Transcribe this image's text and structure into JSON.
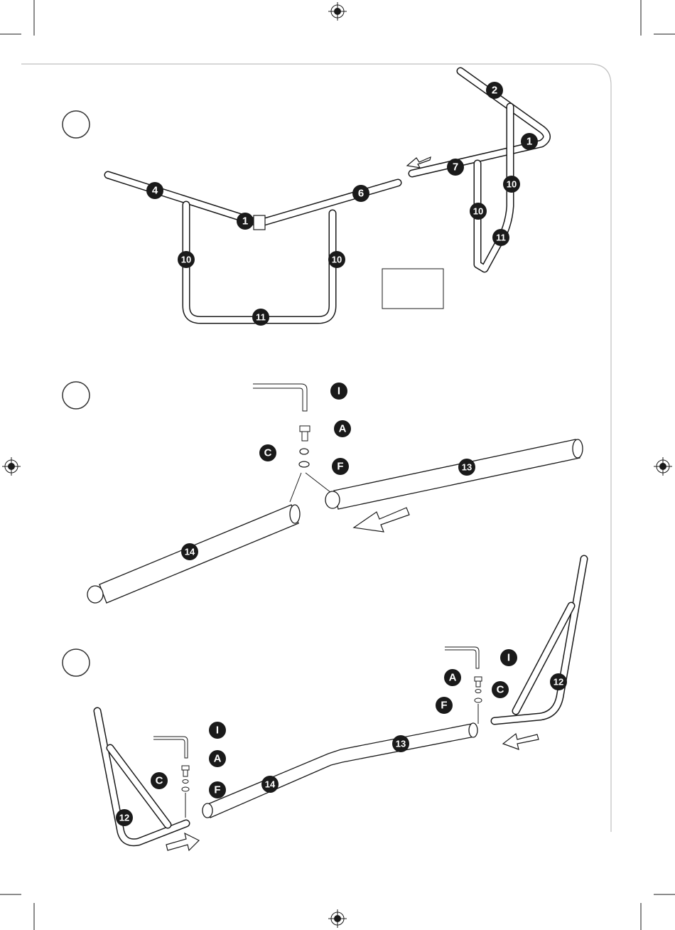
{
  "steps": [
    {
      "parts": {
        "corner_left": "1",
        "rail_left": "4",
        "rail_right": "6",
        "leg_left": "10",
        "leg_right": "10",
        "base": "11",
        "rail_far": "2",
        "corner_far": "1",
        "rail_far_short": "7",
        "leg_far_a": "10",
        "leg_far_b": "10",
        "base_far": "11"
      }
    },
    {
      "parts": {
        "key": "I",
        "bolt": "A",
        "lock_washer": "C",
        "flat_washer": "F",
        "tube_upper": "13",
        "tube_lower": "14"
      }
    },
    {
      "parts": {
        "left_frame": "12",
        "left_key": "I",
        "left_bolt": "A",
        "left_lock_washer": "C",
        "left_flat_washer": "F",
        "tube_left": "14",
        "tube_right": "13",
        "right_key": "I",
        "right_bolt": "A",
        "right_lock_washer": "C",
        "right_flat_washer": "F",
        "right_frame": "12"
      }
    }
  ]
}
